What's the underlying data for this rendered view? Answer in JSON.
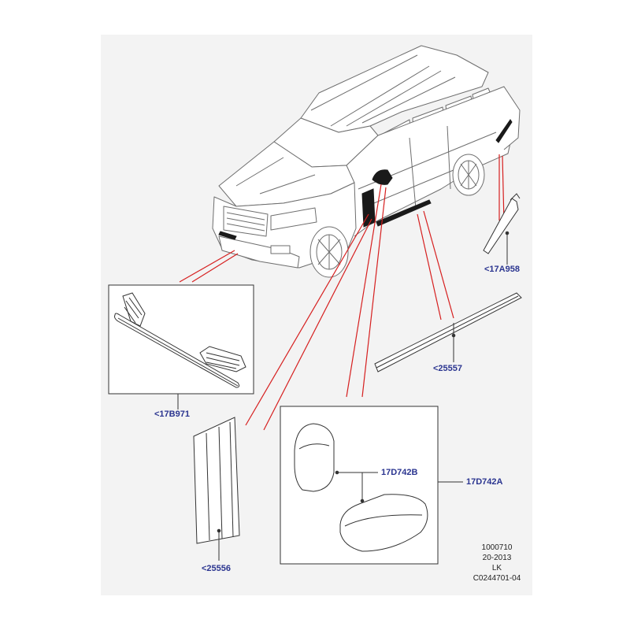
{
  "colors": {
    "background": "#f3f3f3",
    "outline": "#6e6e6e",
    "leader_red": "#d61f1f",
    "callout_text": "#2b3590",
    "part_dark": "#1a1a1a"
  },
  "callouts": {
    "rear_trim": "<17A958",
    "front_bumper_group": "<17B971",
    "door_moulding": "<25557",
    "fender_vent": "<25556",
    "mirror_cap": "17D742B",
    "mirror_assembly": "17D742A"
  },
  "meta": {
    "line1": "1000710",
    "line2": "20-2013",
    "line3": "LK",
    "line4": "C0244701-04"
  }
}
